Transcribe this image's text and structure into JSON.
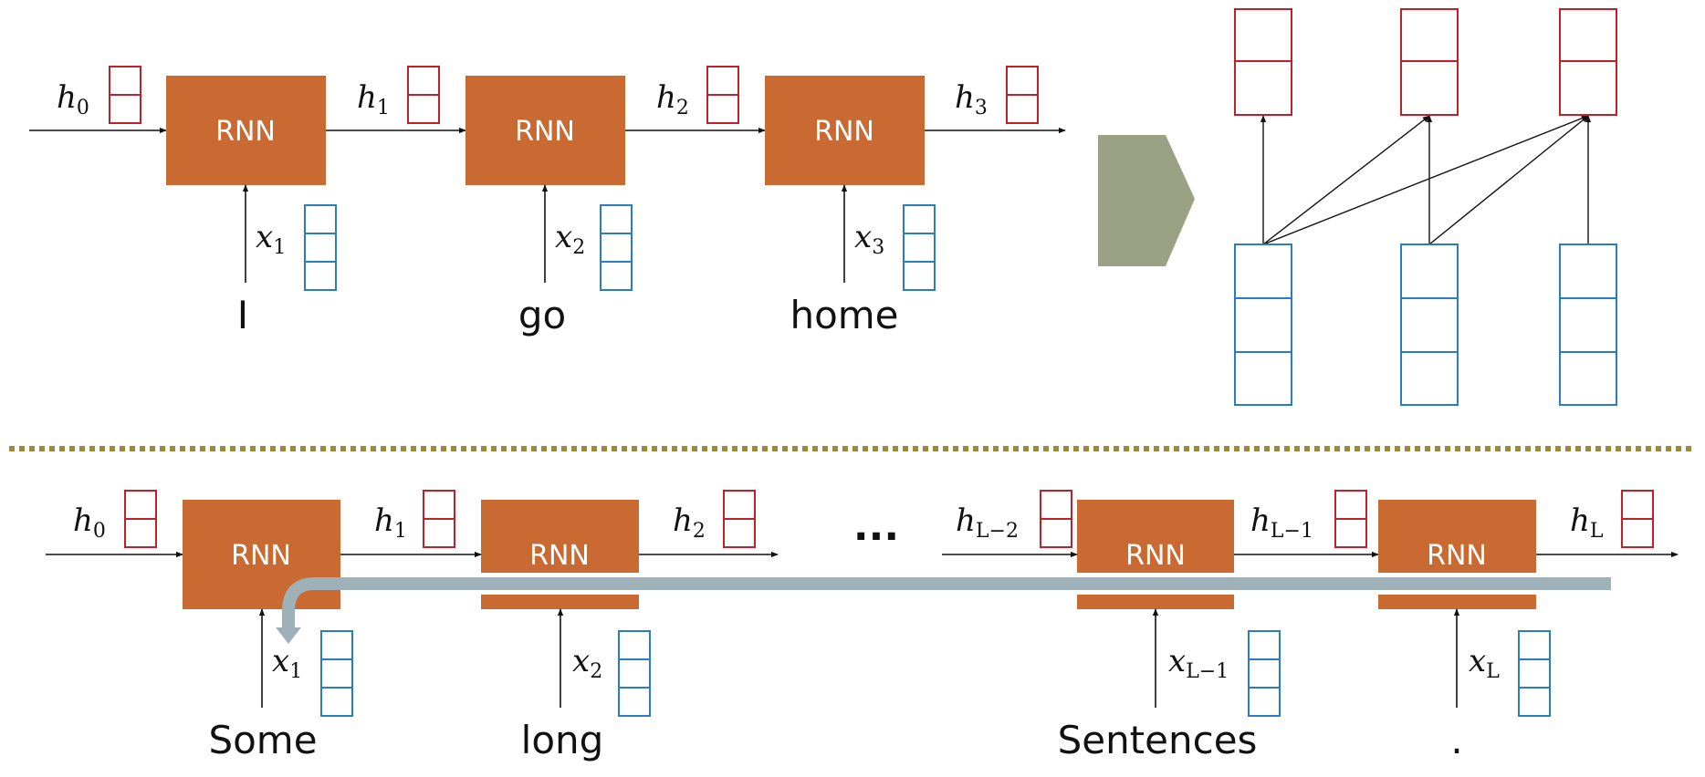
{
  "colors": {
    "rnn_box": "#c96a32",
    "hidden_vector": "#c0202a",
    "input_vector": "#2a7cc7",
    "arrow": "#111111",
    "transform_arrow": "#9aa283",
    "divider": "#9a8a3a",
    "gradient_path": "#9fb1b8"
  },
  "top": {
    "rnn_label": "RNN",
    "hidden_states": [
      {
        "name": "h",
        "sub": "0"
      },
      {
        "name": "h",
        "sub": "1"
      },
      {
        "name": "h",
        "sub": "2"
      },
      {
        "name": "h",
        "sub": "3"
      }
    ],
    "inputs": [
      {
        "name": "x",
        "sub": "1",
        "word": "I"
      },
      {
        "name": "x",
        "sub": "2",
        "word": "go"
      },
      {
        "name": "x",
        "sub": "3",
        "word": "home"
      }
    ]
  },
  "bottom": {
    "rnn_label": "RNN",
    "ellipsis": "...",
    "hidden_states": [
      {
        "name": "h",
        "sub": "0"
      },
      {
        "name": "h",
        "sub": "1"
      },
      {
        "name": "h",
        "sub": "2"
      },
      {
        "name": "h",
        "sub": "L−2"
      },
      {
        "name": "h",
        "sub": "L−1"
      },
      {
        "name": "h",
        "sub": "L"
      }
    ],
    "inputs": [
      {
        "name": "x",
        "sub": "1",
        "word": "Some"
      },
      {
        "name": "x",
        "sub": "2",
        "word": "long"
      },
      {
        "name": "x",
        "sub": "L−1",
        "word": "Sentences"
      },
      {
        "name": "x",
        "sub": "L",
        "word": "."
      }
    ]
  }
}
